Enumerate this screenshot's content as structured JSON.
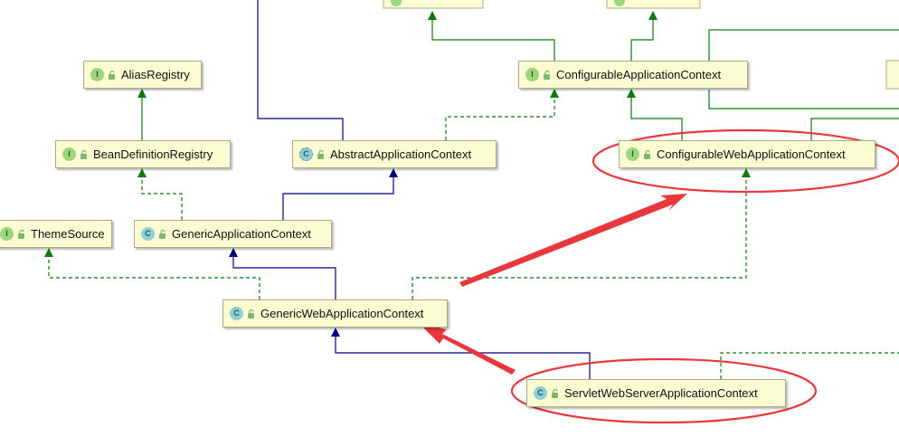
{
  "nodes": {
    "alias_registry": {
      "kind": "I",
      "name": "AliasRegistry"
    },
    "bean_definition_registry": {
      "kind": "I",
      "name": "BeanDefinitionRegistry"
    },
    "theme_source": {
      "kind": "I",
      "name": "ThemeSource"
    },
    "abstract_application_context": {
      "kind": "C",
      "name": "AbstractApplicationContext"
    },
    "generic_application_context": {
      "kind": "C",
      "name": "GenericApplicationContext"
    },
    "configurable_application_context": {
      "kind": "I",
      "name": "ConfigurableApplicationContext"
    },
    "configurable_web_application_context": {
      "kind": "I",
      "name": "ConfigurableWebApplicationContext"
    },
    "generic_web_application_context": {
      "kind": "C",
      "name": "GenericWebApplicationContext"
    },
    "servlet_web_server_application_context": {
      "kind": "C",
      "name": "ServletWebServerApplicationContext"
    }
  },
  "relations": [
    {
      "from": "BeanDefinitionRegistry",
      "to": "AliasRegistry",
      "type": "extends-interface"
    },
    {
      "from": "GenericApplicationContext",
      "to": "BeanDefinitionRegistry",
      "type": "implements"
    },
    {
      "from": "GenericApplicationContext",
      "to": "AbstractApplicationContext",
      "type": "extends"
    },
    {
      "from": "AbstractApplicationContext",
      "to": "ConfigurableApplicationContext",
      "type": "implements"
    },
    {
      "from": "ConfigurableWebApplicationContext",
      "to": "ConfigurableApplicationContext",
      "type": "extends-interface"
    },
    {
      "from": "GenericWebApplicationContext",
      "to": "GenericApplicationContext",
      "type": "extends"
    },
    {
      "from": "GenericWebApplicationContext",
      "to": "ThemeSource",
      "type": "implements"
    },
    {
      "from": "GenericWebApplicationContext",
      "to": "ConfigurableWebApplicationContext",
      "type": "implements"
    },
    {
      "from": "ServletWebServerApplicationContext",
      "to": "GenericWebApplicationContext",
      "type": "extends"
    }
  ],
  "highlights": [
    "ConfigurableWebApplicationContext",
    "ServletWebServerApplicationContext"
  ],
  "colors": {
    "extends": "#000080",
    "implements": "#0a7a0a",
    "highlight": "#e8383d",
    "node_fill": "#fbfcd2",
    "node_border": "#a9ad83"
  }
}
